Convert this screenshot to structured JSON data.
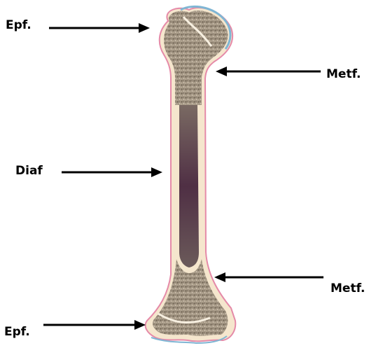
{
  "labels": {
    "epiphysis_top": "Epf.",
    "metaphysis_top": "Metf.",
    "diaphysis": "Diaf",
    "metaphysis_bottom": "Metf.",
    "epiphysis_bottom": "Epf."
  },
  "colors": {
    "bone_fill": "#f5e6cd",
    "spongy_bone": "#8f8170",
    "marrow_cavity": "#5a3a4a",
    "periosteum": "#e58aa8",
    "cartilage": "#7fb6d4",
    "arrow": "#000000"
  }
}
